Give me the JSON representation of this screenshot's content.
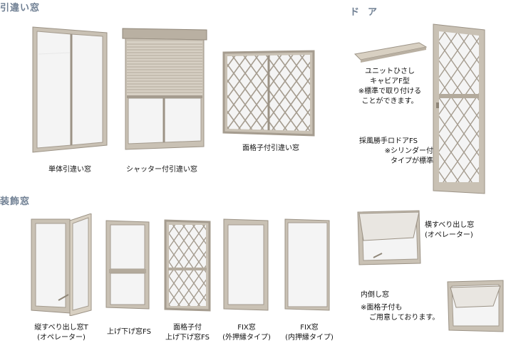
{
  "sections": {
    "sliding_title": "引違い窓",
    "door_title": "ドア",
    "decorative_title": "装飾窓"
  },
  "sliding": {
    "single": {
      "caption": "単体引違い窓"
    },
    "shutter": {
      "caption": "シャッター付引違い窓"
    },
    "grille": {
      "caption": "面格子付引違い窓"
    }
  },
  "door": {
    "canopy": {
      "line1": "ユニットひさし",
      "line2": "キャビアF型",
      "line3": "※標準で取り付ける",
      "line4": "ことができます。"
    },
    "ventilation": {
      "line1": "採風勝手ロドアFS",
      "line2": "※シリンダー付",
      "line3": "タイプが標準"
    }
  },
  "decorative": {
    "casement": {
      "line1": "縦すべり出し窓T",
      "line2": "(オペレーター)"
    },
    "double_hung": {
      "line1": "上げ下げ窓FS"
    },
    "grille_double_hung": {
      "line1": "面格子付",
      "line2": "上げ下げ窓FS"
    },
    "fix_outer": {
      "line1": "FIX窓",
      "line2": "(外押縁タイプ)"
    },
    "fix_inner": {
      "line1": "FIX窓",
      "line2": "(内押縁タイプ)"
    },
    "awning": {
      "line1": "横すべり出し窓",
      "line2": "(オペレーター)"
    },
    "hopper": {
      "line1": "内倒し窓",
      "line2": "※面格子付も",
      "line3": "ご用意しております。"
    }
  },
  "colors": {
    "frame": "#c9c1b4",
    "frame_dark": "#a59c8f",
    "glass": "#f3f3f3",
    "title": "#6f7f93"
  }
}
